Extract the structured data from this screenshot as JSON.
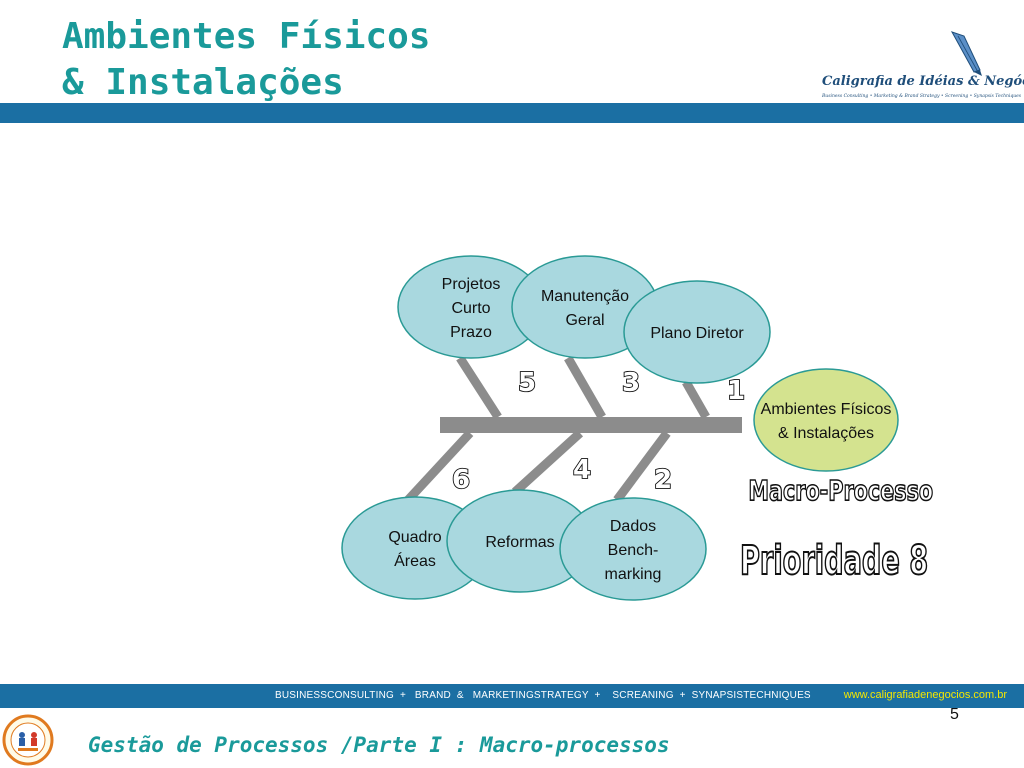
{
  "header": {
    "title_line1": "Ambientes Físicos",
    "title_line2": "& Instalações",
    "logo_name": "Caligrafia de Idéias & Negócios ®",
    "logo_tagline": "Business Consulting • Marketing & Brand Strategy • Screening • Synapsis Techniques"
  },
  "diagram": {
    "head": {
      "lines": [
        "Ambientes Físicos",
        "& Instalações"
      ]
    },
    "bones": [
      {
        "number": "1",
        "lines": [
          "Plano Diretor"
        ]
      },
      {
        "number": "3",
        "lines": [
          "Manutenção",
          "Geral"
        ]
      },
      {
        "number": "5",
        "lines": [
          "Projetos",
          "Curto",
          "Prazo"
        ]
      },
      {
        "number": "2",
        "lines": [
          "Dados",
          "Bench-",
          "marking"
        ]
      },
      {
        "number": "4",
        "lines": [
          "Reformas"
        ]
      },
      {
        "number": "6",
        "lines": [
          "Quadro",
          "Áreas"
        ]
      }
    ],
    "macro_label": "Macro-Processo",
    "priority_label": "Prioridade 8"
  },
  "footer": {
    "services": "BUSINESSCONSULTING  +   BRAND  &   MARKETINGSTRATEGY  +    SCREANING  +  SYNAPSISTECHNIQUES",
    "website": "www.caligrafiadenegocios.com.br",
    "page_number": "5",
    "title": "Gestão de Processos /Parte I : Macro-processos"
  },
  "colors": {
    "accent_teal": "#1a9a9a",
    "band_blue": "#1b6fa3",
    "bubble_fill": "#a9d8df",
    "bubble_stroke": "#2a9a95",
    "head_fill": "#d4e38f",
    "head_stroke": "#2a9a95",
    "bone_gray": "#8c8c8c"
  },
  "icons": [
    "quill-pen-icon",
    "school-seal-icon"
  ]
}
